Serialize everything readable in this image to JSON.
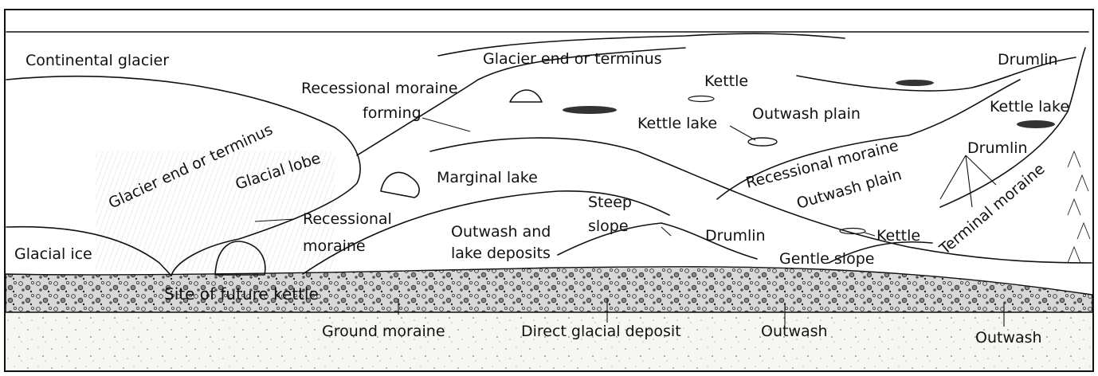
{
  "labels": {
    "continental_glacier": "Continental glacier",
    "glacier_end_left": "Glacier end or terminus",
    "glacial_lobe": "Glacial lobe",
    "glacial_ice": "Glacial ice",
    "recessional_moraine_left_1": "Recessional",
    "recessional_moraine_left_2": "moraine",
    "recessional_forming_1": "Recessional moraine",
    "recessional_forming_2": "forming",
    "glacier_end_top": "Glacier end or terminus",
    "kettle_top": "Kettle",
    "kettle_lake_mid": "Kettle lake",
    "outwash_plain_top": "Outwash plain",
    "drumlin_top": "Drumlin",
    "kettle_lake_right": "Kettle lake",
    "marginal_lake": "Marginal lake",
    "recessional_moraine_right": "Recessional moraine",
    "outwash_plain_right": "Outwash plain",
    "drumlin_right": "Drumlin",
    "terminal_moraine": "Terminal moraine",
    "steep_slope_1": "Steep",
    "steep_slope_2": "slope",
    "drumlin_mid": "Drumlin",
    "kettle_right": "Kettle",
    "gentle_slope": "Gentle slope",
    "outwash_lake_1": "Outwash and",
    "outwash_lake_2": "lake deposits",
    "site_future_kettle": "Site of future kettle",
    "ground_moraine": "Ground moraine",
    "direct_glacial_deposit": "Direct glacial deposit",
    "outwash_1": "Outwash",
    "outwash_2": "Outwash"
  },
  "colors": {
    "ink": "#111111",
    "background": "#ffffff",
    "sediment": "#dcdcdc",
    "bedrock": "#f4f4f0"
  }
}
